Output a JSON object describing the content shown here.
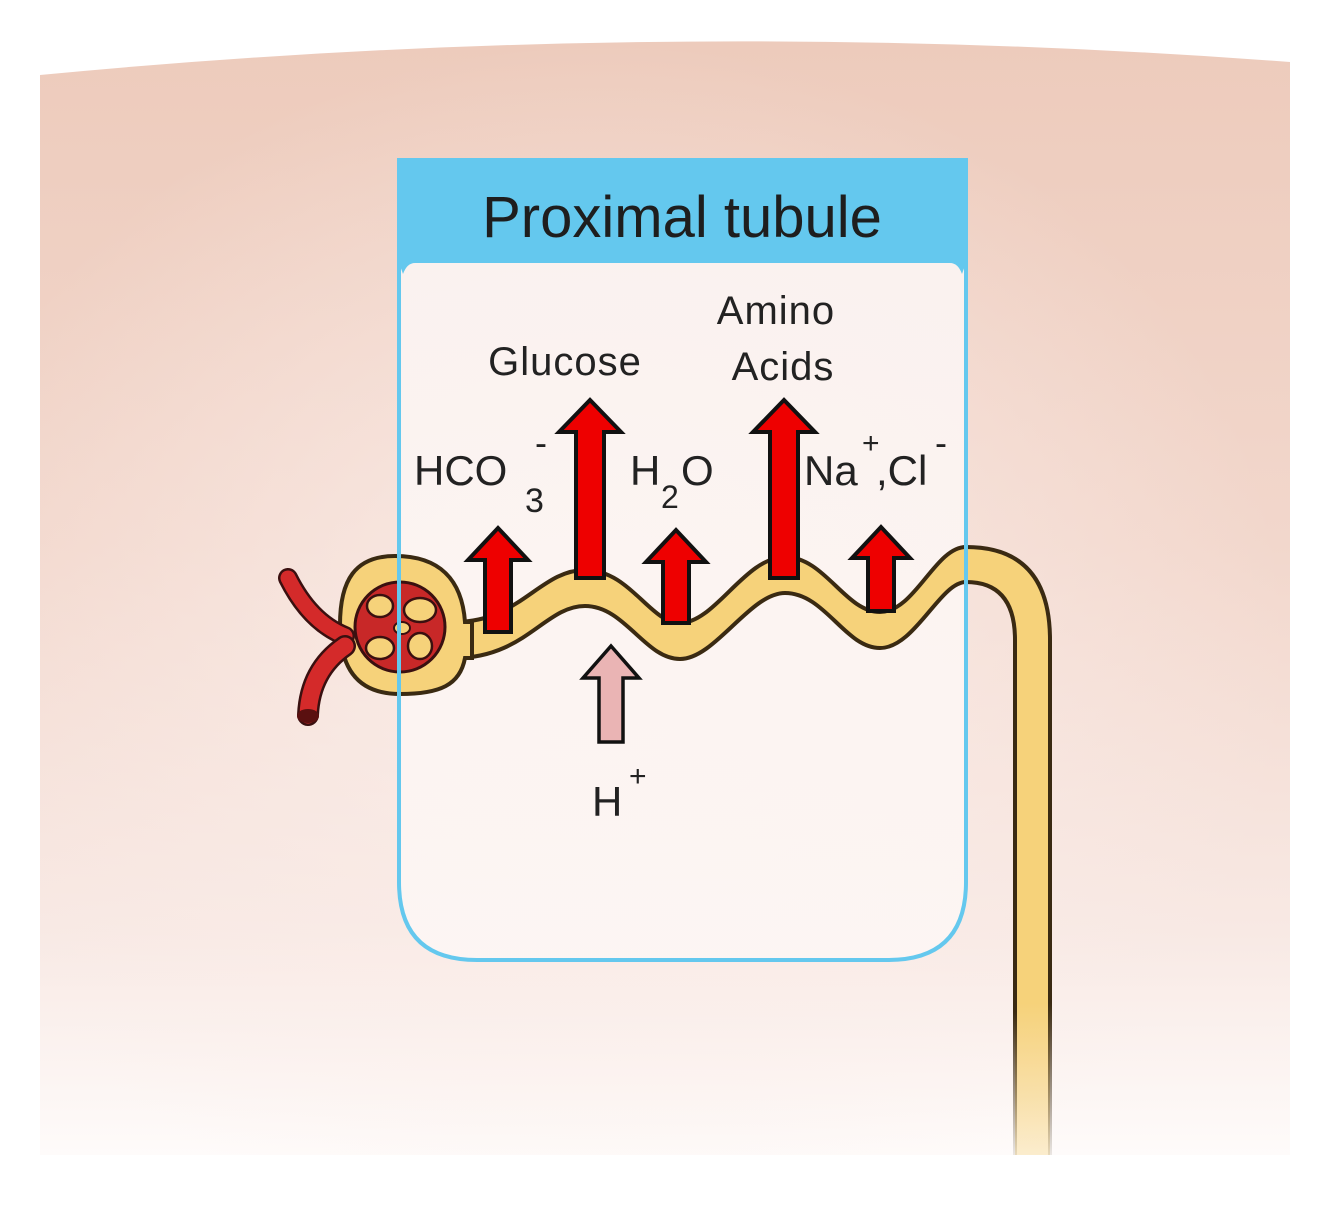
{
  "panel": {
    "title": "Proximal tubule"
  },
  "labels": {
    "glucose": "Glucose",
    "amino_line1": "Amino",
    "amino_line2": "Acids",
    "hco3_base": "HCO",
    "hco3_sub": "3",
    "hco3_sup": "-",
    "h2o_h": "H",
    "h2o_sub": "2",
    "h2o_o": "O",
    "na_base": "Na",
    "na_sup": "+",
    "cl_base": ",Cl",
    "cl_sup": "-",
    "h_base": "H",
    "h_sup": "+"
  },
  "colors": {
    "tissue": "#eecbbd",
    "panel_header": "#64c8ee",
    "panel_border": "#64c8ee",
    "tubule_fill": "#f6d27a",
    "tubule_outline": "#3a2a12",
    "reabsorb_arrow": "#ee0000",
    "secrete_arrow": "#eab4b4",
    "vessel": "#d42a2a"
  },
  "icons": {
    "reabsorption": "up-arrow-red",
    "secretion": "up-arrow-pink",
    "glomerulus": "capillary-tuft"
  }
}
